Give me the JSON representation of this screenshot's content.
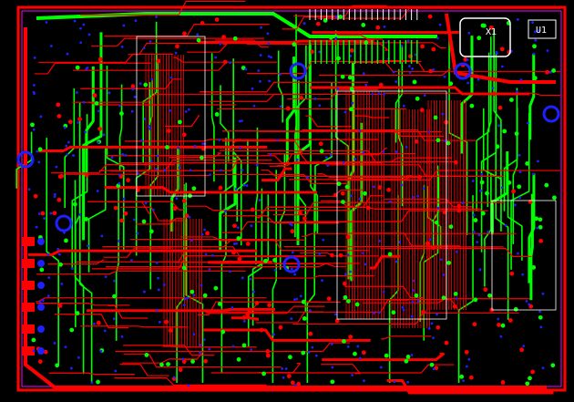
{
  "view": {
    "background_color": "#000000",
    "layers": {
      "top_copper": {
        "color": "#ff0000"
      },
      "bottom_copper": {
        "color": "#00ff00"
      },
      "silkscreen": {
        "color": "#ffffff"
      },
      "drill_via": {
        "color": "#2020ff"
      },
      "board_outline": {
        "color": "#ff00ff"
      }
    }
  },
  "components": [
    {
      "ref": "X1",
      "label": "X1",
      "icon": "crystal-oscillator-icon"
    },
    {
      "ref": "U1",
      "label": "U1",
      "icon": "ic-chip-icon"
    }
  ]
}
